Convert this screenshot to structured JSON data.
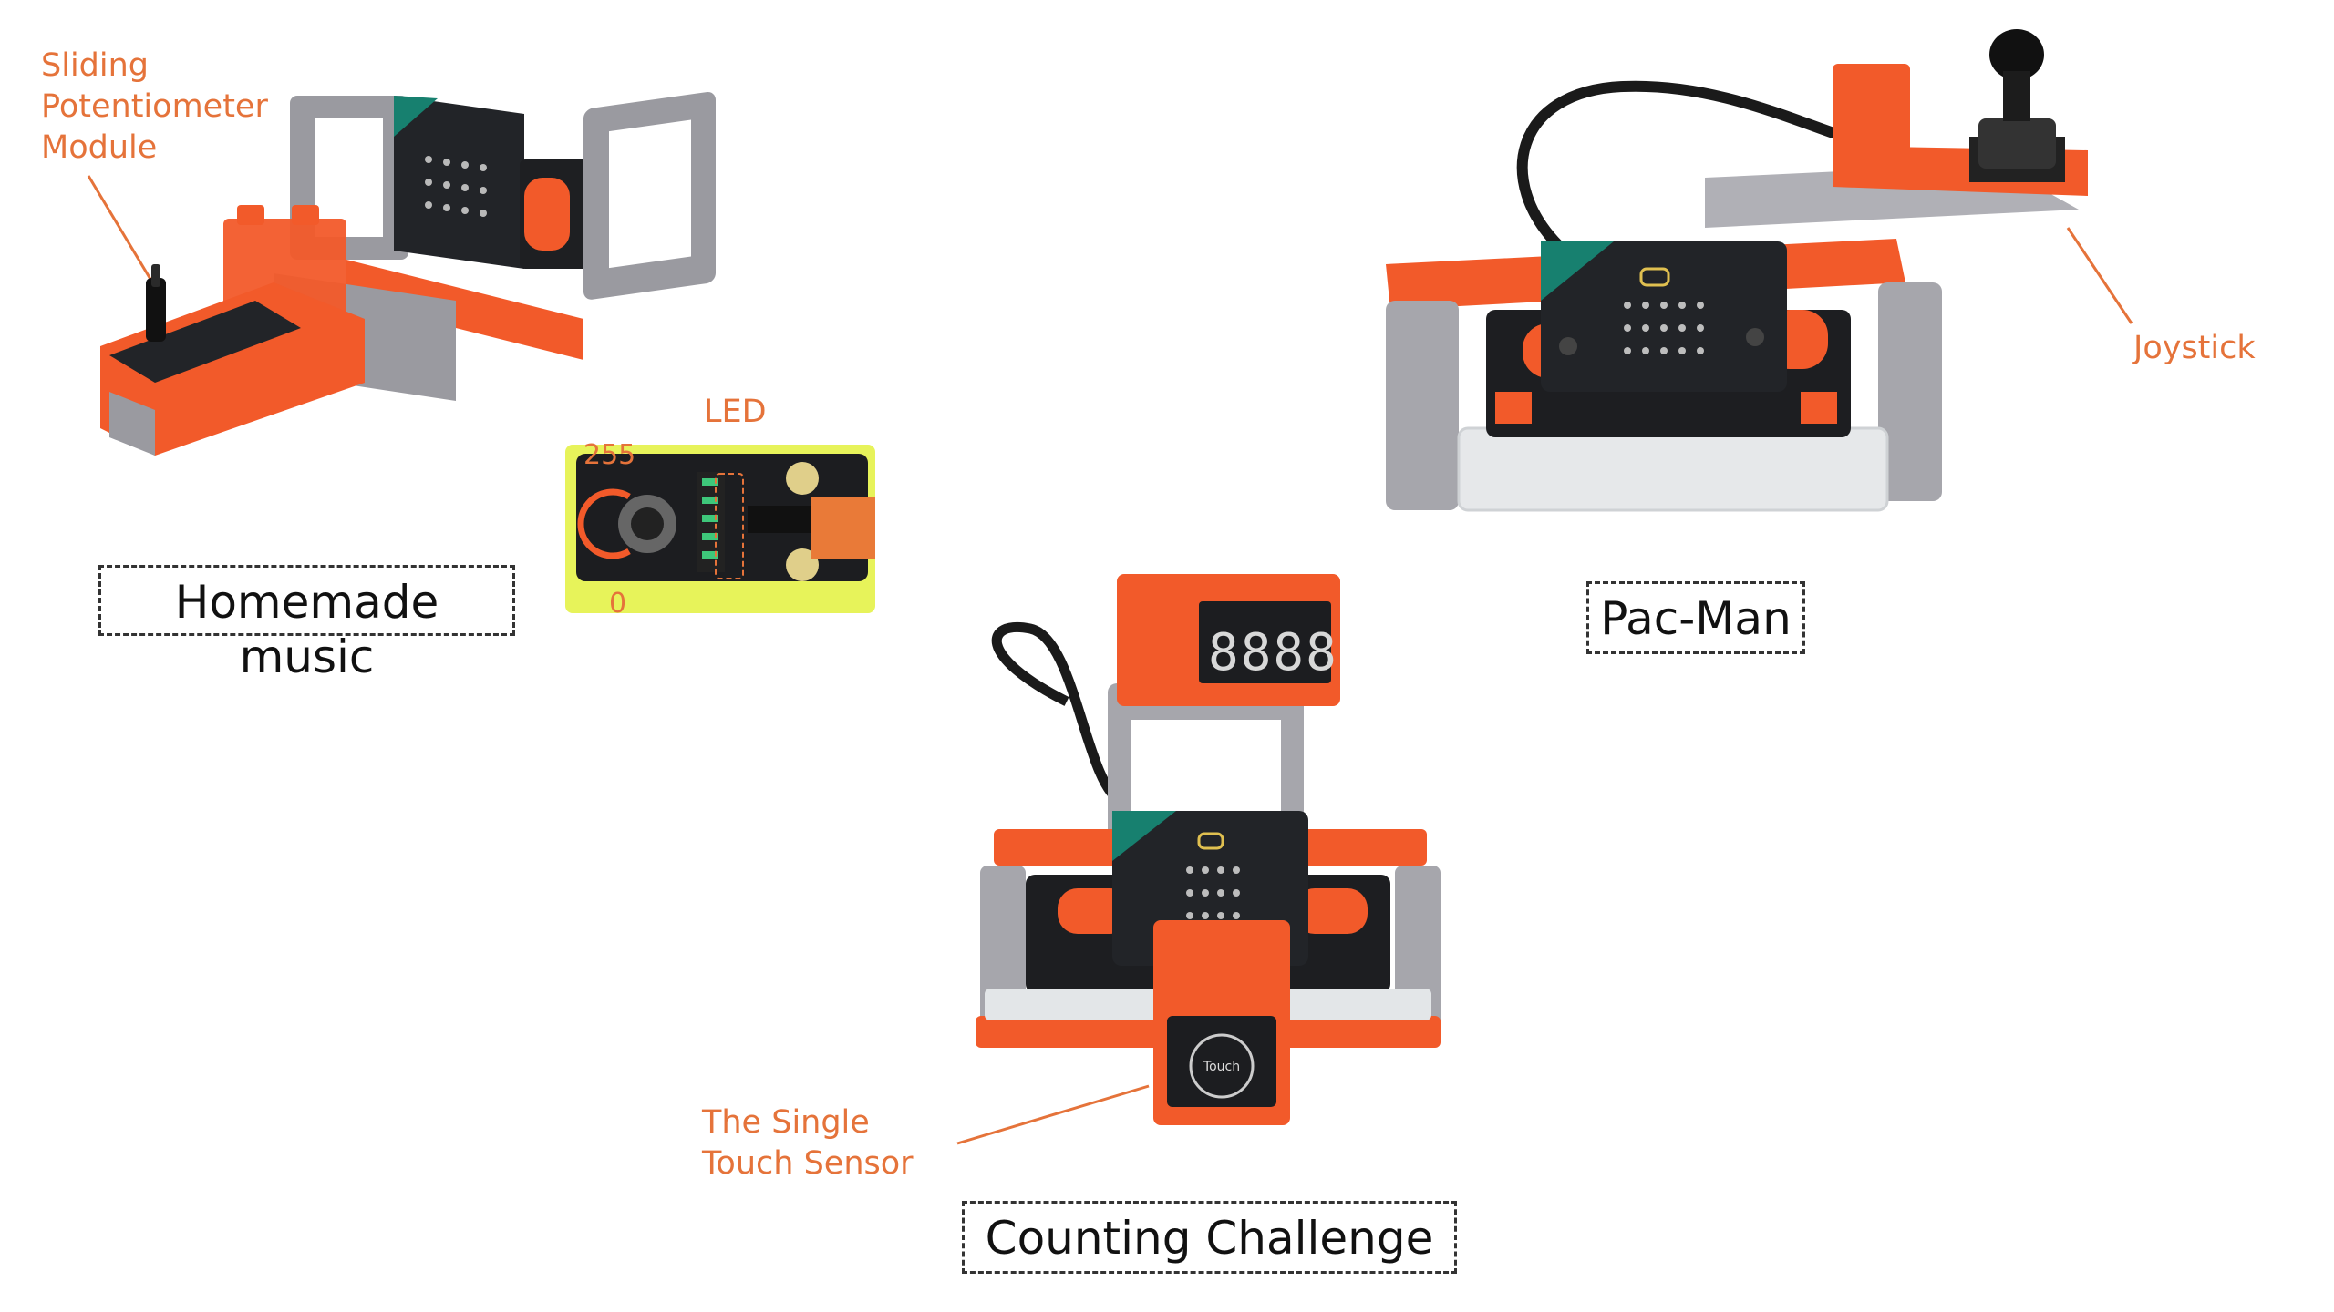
{
  "labels": {
    "slider_module": "Sliding\nPotentiometer\nModule",
    "led": "LED",
    "scale_max": "255",
    "scale_min": "0",
    "joystick": "Joystick",
    "touch_sensor": "The Single\nTouch Sensor"
  },
  "projects": {
    "music": "Homemade music",
    "pacman": "Pac-Man",
    "counting": "Counting Challenge"
  },
  "display_digits": "8.8.8.8",
  "touch_label": "Touch",
  "colors": {
    "annotation": "#e5733a",
    "lego_orange": "#f25a2a",
    "lego_gray": "#9a9aa0",
    "board_dark": "#222428",
    "board_teal": "#17806f",
    "highlight_yellow": "#e7f35a"
  }
}
